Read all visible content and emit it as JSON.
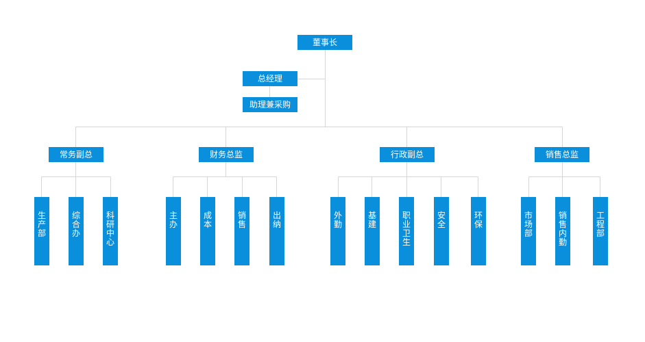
{
  "chairman": "董事长",
  "general_manager": "总经理",
  "assistant": "助理兼采购",
  "departments": [
    {
      "title": "常务副总",
      "units": [
        "生产部",
        "综合办",
        "科研中心"
      ]
    },
    {
      "title": "财务总监",
      "units": [
        "主办",
        "成本",
        "销售",
        "出纳"
      ]
    },
    {
      "title": "行政副总",
      "units": [
        "外勤",
        "基建",
        "职业卫生",
        "安全",
        "环保"
      ]
    },
    {
      "title": "销售总监",
      "units": [
        "市场部",
        "销售内勤",
        "工程部"
      ]
    }
  ],
  "colors": {
    "box": "#0a8fdc",
    "line": "#d6d6d6",
    "text": "#ffffff"
  }
}
